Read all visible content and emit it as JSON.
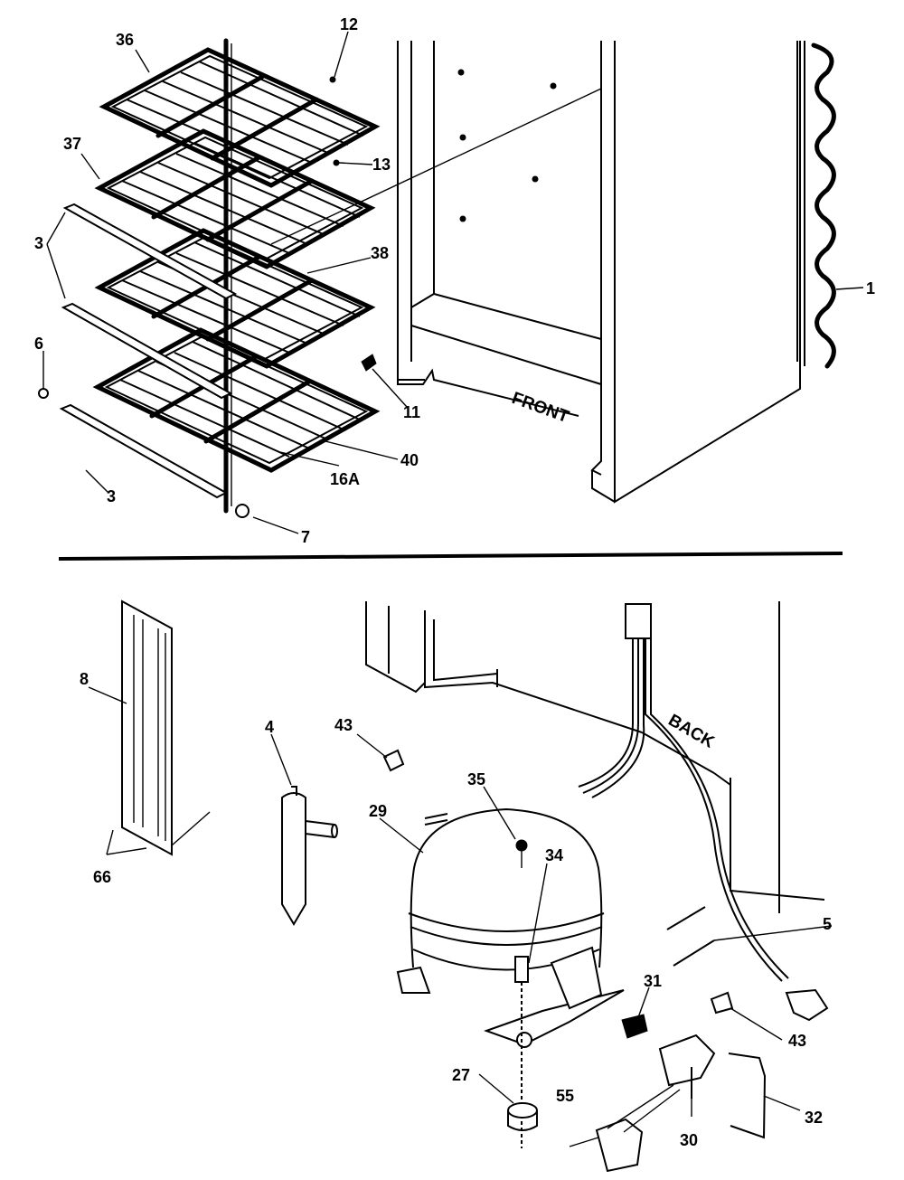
{
  "words": {
    "front": "FRONT",
    "back": "BACK"
  },
  "labels": {
    "p36": "36",
    "p12": "12",
    "p37": "37",
    "p13": "13",
    "p38": "38",
    "p1": "1",
    "p3a": "3",
    "p6": "6",
    "p11": "11",
    "p40": "40",
    "p16a": "16A",
    "p3b": "3",
    "p7": "7",
    "p8": "8",
    "p4": "4",
    "p43a": "43",
    "p35": "35",
    "p29": "29",
    "p34": "34",
    "p5": "5",
    "p66": "66",
    "p31": "31",
    "p43b": "43",
    "p27": "27",
    "p55": "55",
    "p30": "30",
    "p32": "32"
  }
}
